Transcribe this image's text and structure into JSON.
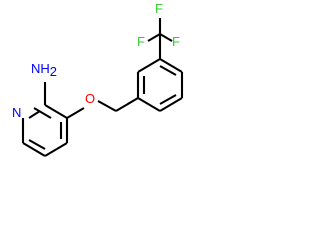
{
  "molecule": {
    "atoms": {
      "nh2": {
        "label": "NH",
        "subscript": "2",
        "color": "#0000ff"
      },
      "n_ring": {
        "label": "N",
        "color": "#0000ff"
      },
      "o_ether": {
        "label": "O",
        "color": "#ff0000"
      },
      "f_top": {
        "label": "F",
        "color": "#33cc33"
      },
      "f_left": {
        "label": "F",
        "color": "#33cc33"
      },
      "f_right": {
        "label": "F",
        "color": "#33cc33"
      }
    },
    "bond_color": "#000000"
  }
}
